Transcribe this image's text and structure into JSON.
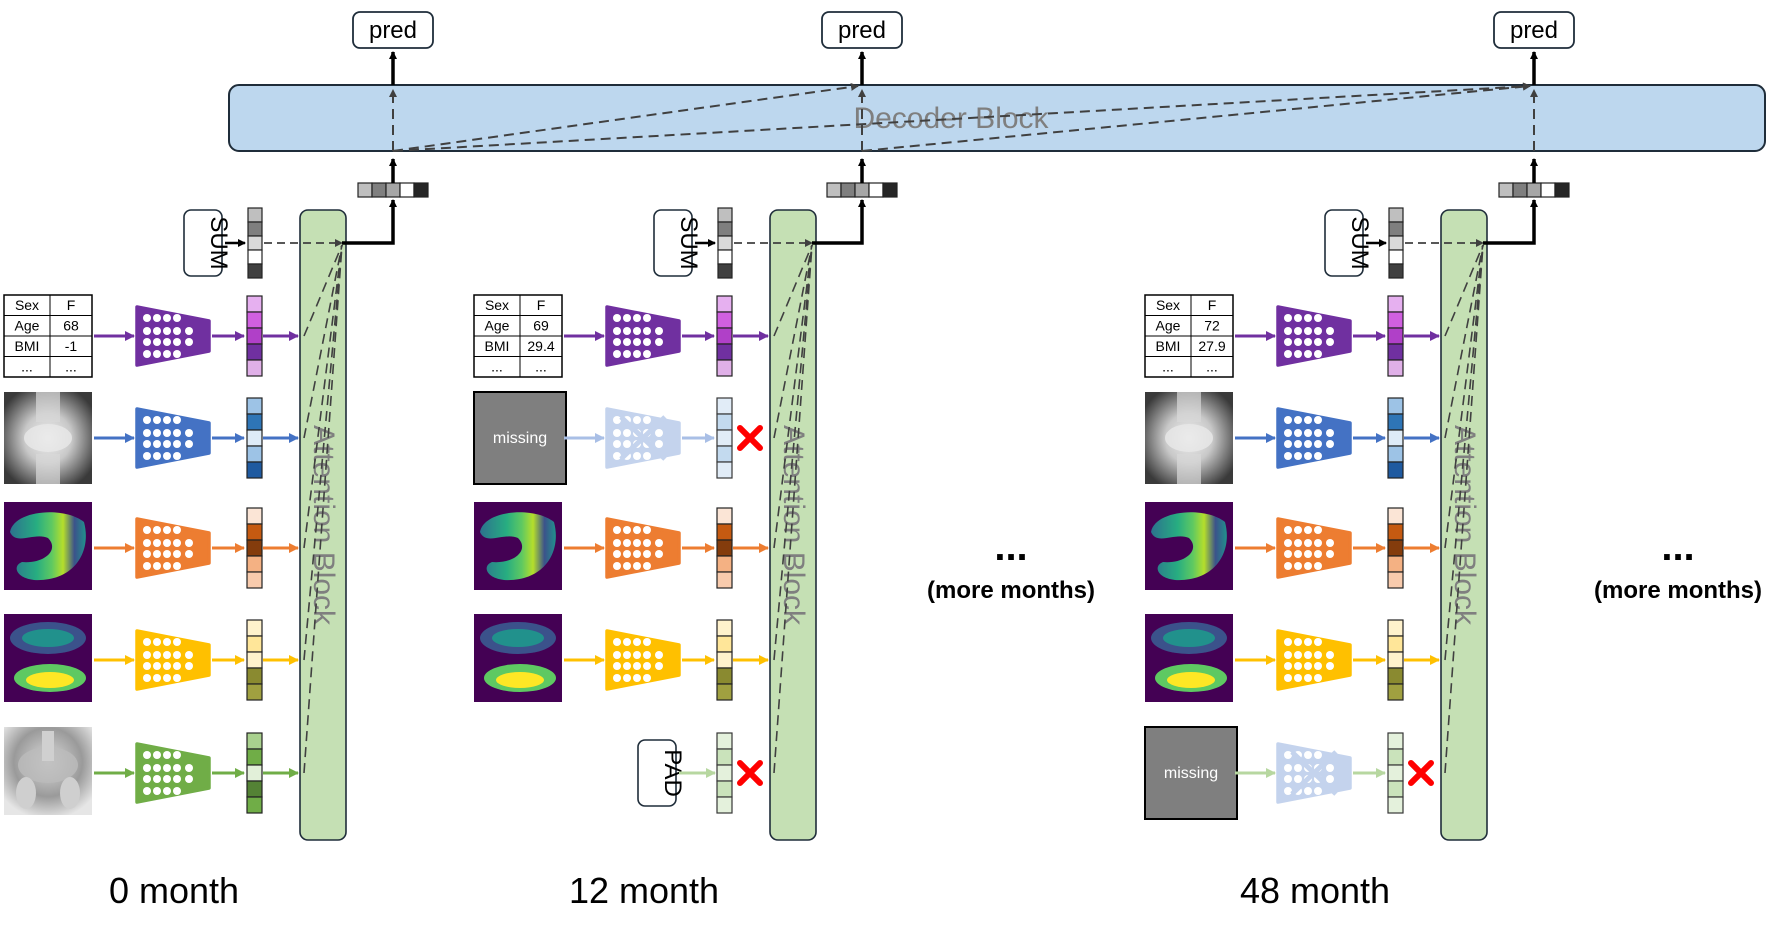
{
  "decoder": {
    "label": "Decoder Block"
  },
  "attention_label": "Attention Block",
  "pred_label": "pred",
  "sum_label": "SUM",
  "pad_label": "PAD",
  "missing_label": "missing",
  "more": {
    "dots": "...",
    "label": "(more months)"
  },
  "table_headers": [
    "Sex",
    "Age",
    "BMI",
    "..."
  ],
  "timepoints": [
    {
      "label": "0 month",
      "table": {
        "sex": "F",
        "age": "68",
        "bmi": "-1",
        "more": "..."
      }
    },
    {
      "label": "12 month",
      "table": {
        "sex": "F",
        "age": "69",
        "bmi": "29.4",
        "more": "..."
      }
    },
    {
      "label": "48 month",
      "table": {
        "sex": "F",
        "age": "72",
        "bmi": "27.9",
        "more": "..."
      }
    }
  ],
  "colors": {
    "decoder": "#bdd7ee",
    "attention": "#c5e0b4",
    "clinical": "#7030a0",
    "xray_knee": "#4472c4",
    "thickness": "#ed7d31",
    "cartilage": "#ffc000",
    "xray_hip": "#70ad47",
    "missing_box": "#7f7f7f",
    "cross": "#ff0000"
  },
  "icons": [
    "encoder-trapezoid-icon",
    "embedding-vector-icon",
    "cross-icon",
    "arrow-icon",
    "knee-xray-image",
    "thickness-map-image",
    "cartilage-map-image",
    "hip-xray-image"
  ]
}
